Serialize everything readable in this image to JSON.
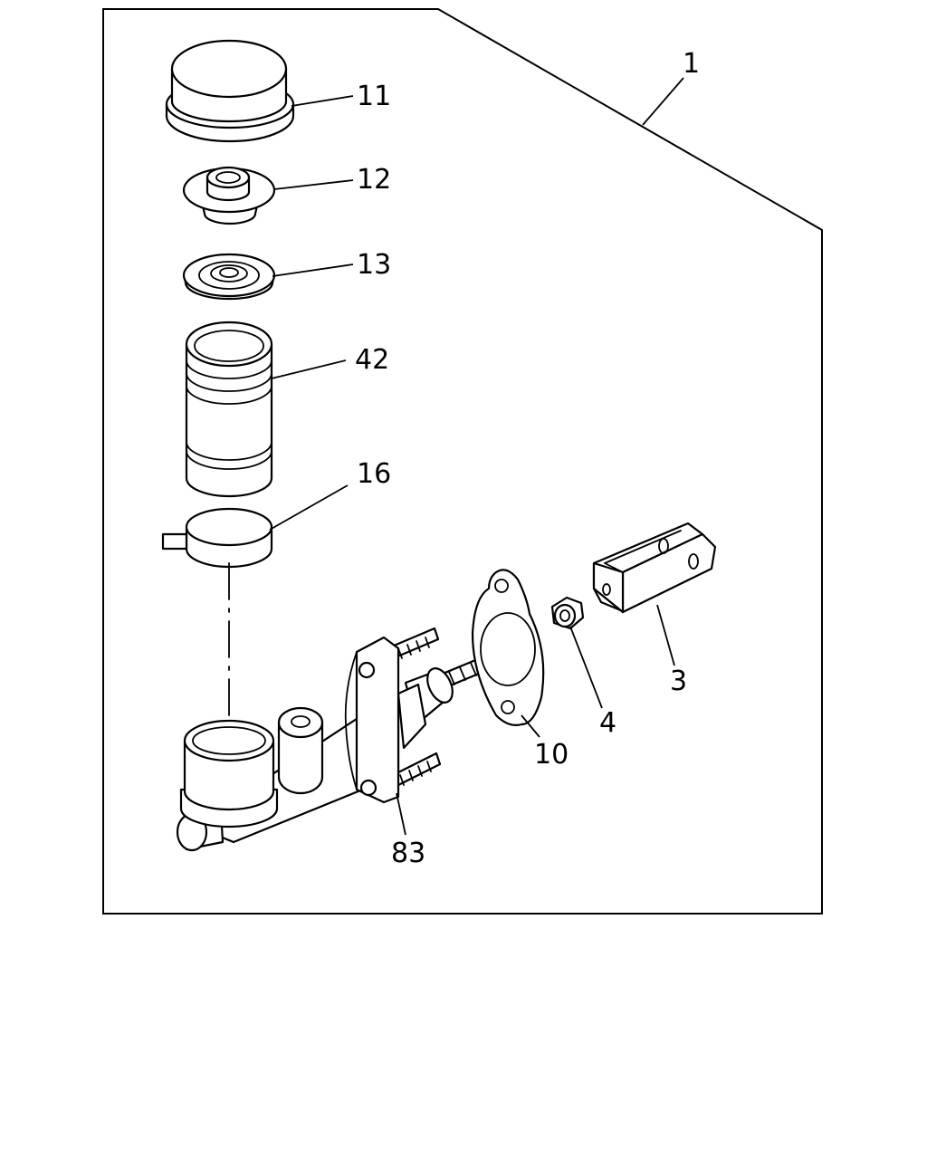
{
  "diagram": {
    "callouts": {
      "assembly": "1",
      "cap": "11",
      "diaphragm": "12",
      "plate": "13",
      "reservoir": "42",
      "clamp": "16",
      "clevis": "3",
      "nut": "4",
      "gasket": "10",
      "master_cylinder": "83"
    }
  }
}
